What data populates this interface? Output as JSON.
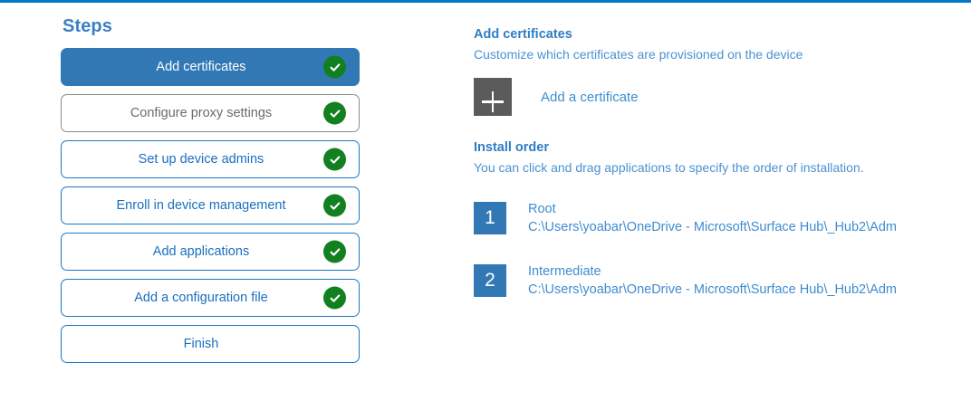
{
  "theme": {
    "top_rule_color": "#0078c8",
    "accent_blue": "#3178b5",
    "link_blue": "#3f8cd0",
    "success_green": "#128020",
    "tile_gray": "#5b5b5b"
  },
  "steps_panel": {
    "heading": "Steps",
    "items": [
      {
        "label": "Add certificates",
        "state": "active",
        "completed": true
      },
      {
        "label": "Configure proxy settings",
        "state": "muted",
        "completed": true
      },
      {
        "label": "Set up device admins",
        "state": "default",
        "completed": true
      },
      {
        "label": "Enroll in device management",
        "state": "default",
        "completed": true
      },
      {
        "label": "Add applications",
        "state": "default",
        "completed": true
      },
      {
        "label": "Add a configuration file",
        "state": "default",
        "completed": true
      },
      {
        "label": "Finish",
        "state": "default",
        "completed": false
      }
    ]
  },
  "content": {
    "certificates": {
      "heading": "Add certificates",
      "subtitle": "Customize which certificates are provisioned on the device",
      "add_tile_icon": "plus-icon",
      "add_link_label": "Add a certificate"
    },
    "install_order": {
      "heading": "Install order",
      "subtitle": "You can click and drag applications to specify the order of installation.",
      "items": [
        {
          "number": "1",
          "title": "Root",
          "path": "C:\\Users\\yoabar\\OneDrive - Microsoft\\Surface Hub\\_Hub2\\Adm"
        },
        {
          "number": "2",
          "title": "Intermediate",
          "path": "C:\\Users\\yoabar\\OneDrive - Microsoft\\Surface Hub\\_Hub2\\Adm"
        }
      ]
    }
  }
}
